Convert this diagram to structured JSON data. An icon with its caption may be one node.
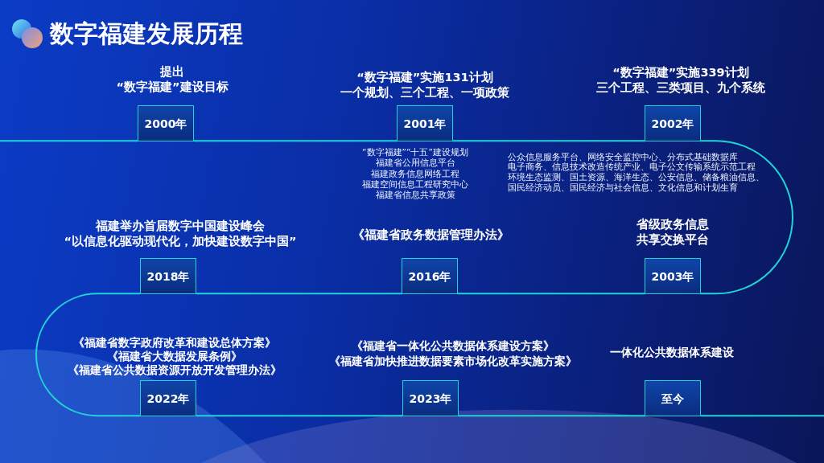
{
  "diagram": {
    "title": "数字福建发展历程",
    "nodes": [
      {
        "text": [
          "2000年"
        ],
        "beside": [
          "提出",
          "“数字福建”建设目标"
        ]
      },
      {
        "text": [
          "2001年"
        ],
        "beside": [
          "“数字福建”实施131计划",
          "一个规划、三个工程、一项政策"
        ]
      },
      {
        "text": [
          "2002年"
        ],
        "beside": [
          "“数字福建”实施339计划",
          "三个工程、三类项目、九个系统"
        ]
      },
      {
        "text": [
          "2018年"
        ],
        "beside": [
          "福建举办首届数字中国建设峰会",
          "“以信息化驱动现代化，加快建设数字中国”"
        ]
      },
      {
        "text": [
          "2016年"
        ],
        "beside": [
          "《福建省政务数据管理办法》"
        ]
      },
      {
        "text": [
          "2003年"
        ],
        "beside": [
          "省级政务信息共享交换平台"
        ]
      },
      {
        "text": [
          "2022年"
        ],
        "beside": [
          "《福建省数字政府改革和建设总体方案》",
          "《福建省大数据发展条例》",
          "《福建省公共数据资源开放开发管理办法》"
        ]
      },
      {
        "text": [
          "2023年"
        ],
        "beside": [
          "《福建省一体化公共数据体系建设方案》",
          "《福建省加快推进数据要素市场化改革实施方案》"
        ]
      },
      {
        "text": [
          "至今"
        ],
        "beside": [
          "一体化公共数据体系建设"
        ]
      }
    ],
    "edges": [
      {
        "from": null,
        "to": 0,
        "arrow": "none"
      },
      {
        "from": 0,
        "to": 1,
        "arrow": "none"
      },
      {
        "from": 1,
        "to": 2,
        "arrow": "none"
      },
      {
        "from": 2,
        "to": 5,
        "arrow": "none"
      },
      {
        "from": 5,
        "to": 4,
        "arrow": "none"
      },
      {
        "from": 4,
        "to": 3,
        "arrow": "none"
      },
      {
        "from": 3,
        "to": 6,
        "arrow": "none"
      },
      {
        "from": 6,
        "to": 7,
        "arrow": "none"
      },
      {
        "from": 7,
        "to": 8,
        "arrow": "none"
      },
      {
        "from": 8,
        "to": null,
        "arrow": "none"
      }
    ],
    "labels": [
      "“数字福建”“十五”建设规划",
      "福建省公用信息平台",
      "福建政务信息网络工程",
      "福建空间信息工程研究中心",
      "福建省信息共享政策",
      "公众信息服务平台、网络安全监控中心、分布式基础数据库",
      "电子商务、信息技术改造传统产业、电子公文传输系统示范工程",
      "环境生态监测、国土资源、海洋生态、公安信息、储备粮油信息、",
      "国民经济动员、国民经济与社会信息、文化信息和计划生育"
    ]
  }
}
